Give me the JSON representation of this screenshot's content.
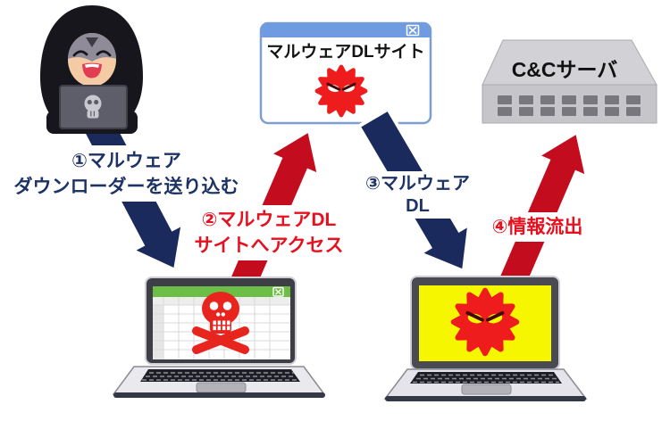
{
  "diagram_title": "malware-infection-flow",
  "nodes": {
    "malware_site": {
      "title": "マルウェアDLサイト",
      "icon": "virus-icon"
    },
    "cc_server": {
      "title": "C&Cサーバ"
    },
    "hacker": {
      "icon": "skull-icon"
    },
    "victim_pc": {
      "icon": "skull-crossbones-icon"
    },
    "infected_pc": {
      "icon": "virus-icon"
    }
  },
  "steps": [
    {
      "line1": "①マルウェア",
      "line2": "ダウンローダーを送り込む"
    },
    {
      "line1": "②マルウェアDL",
      "line2": "サイトへアクセス"
    },
    {
      "line1": "③マルウェア",
      "line2": "DL"
    },
    {
      "line1": "④情報流出"
    }
  ],
  "colors": {
    "arrow_navy": "#1b2a5c",
    "arrow_red": "#c30d1e",
    "arrow_outline": "#ffffff",
    "label_navy": "#1d3366",
    "label_red": "#e8101e",
    "window_blue": "#6f9be0",
    "virus_red": "#ee1c1c",
    "skull_red": "#e8241f",
    "screen_yellow": "#f6f600",
    "sheet_green": "#6cbe46",
    "server_top": "#d2d2d6",
    "server_front": "#c5c5ca",
    "server_port": "#77777d"
  }
}
